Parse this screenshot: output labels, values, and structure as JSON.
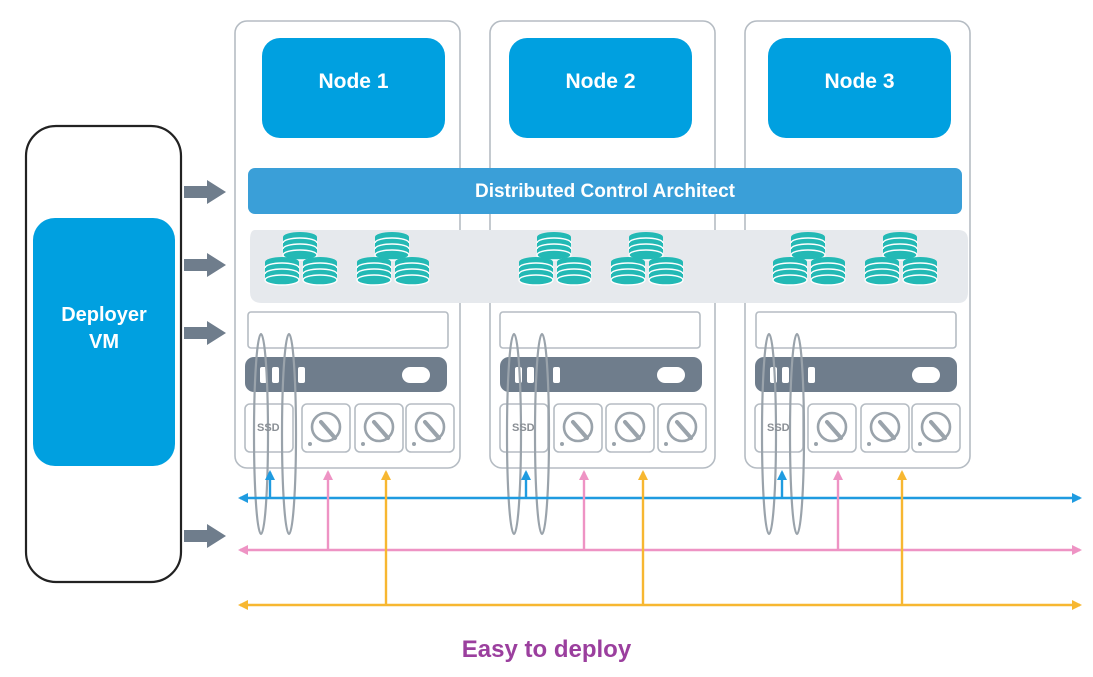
{
  "diagram": {
    "deployer": {
      "line1": "Deployer",
      "line2": "VM"
    },
    "nodes": [
      {
        "label": "Node 1"
      },
      {
        "label": "Node 2"
      },
      {
        "label": "Node 3"
      }
    ],
    "control_layer": "Distributed Control Architect",
    "disk_label": "SSD",
    "caption": "Easy to deploy",
    "colors": {
      "node_blue": "#00a0e0",
      "control_bar": "#3a9fd8",
      "storage_teal": "#23b9b5",
      "network_blue": "#1f9be0",
      "network_pink": "#ee93c4",
      "network_yellow": "#f7b731",
      "arrow_gray": "#6f7d8c",
      "caption_purple": "#9b3f9e"
    }
  }
}
